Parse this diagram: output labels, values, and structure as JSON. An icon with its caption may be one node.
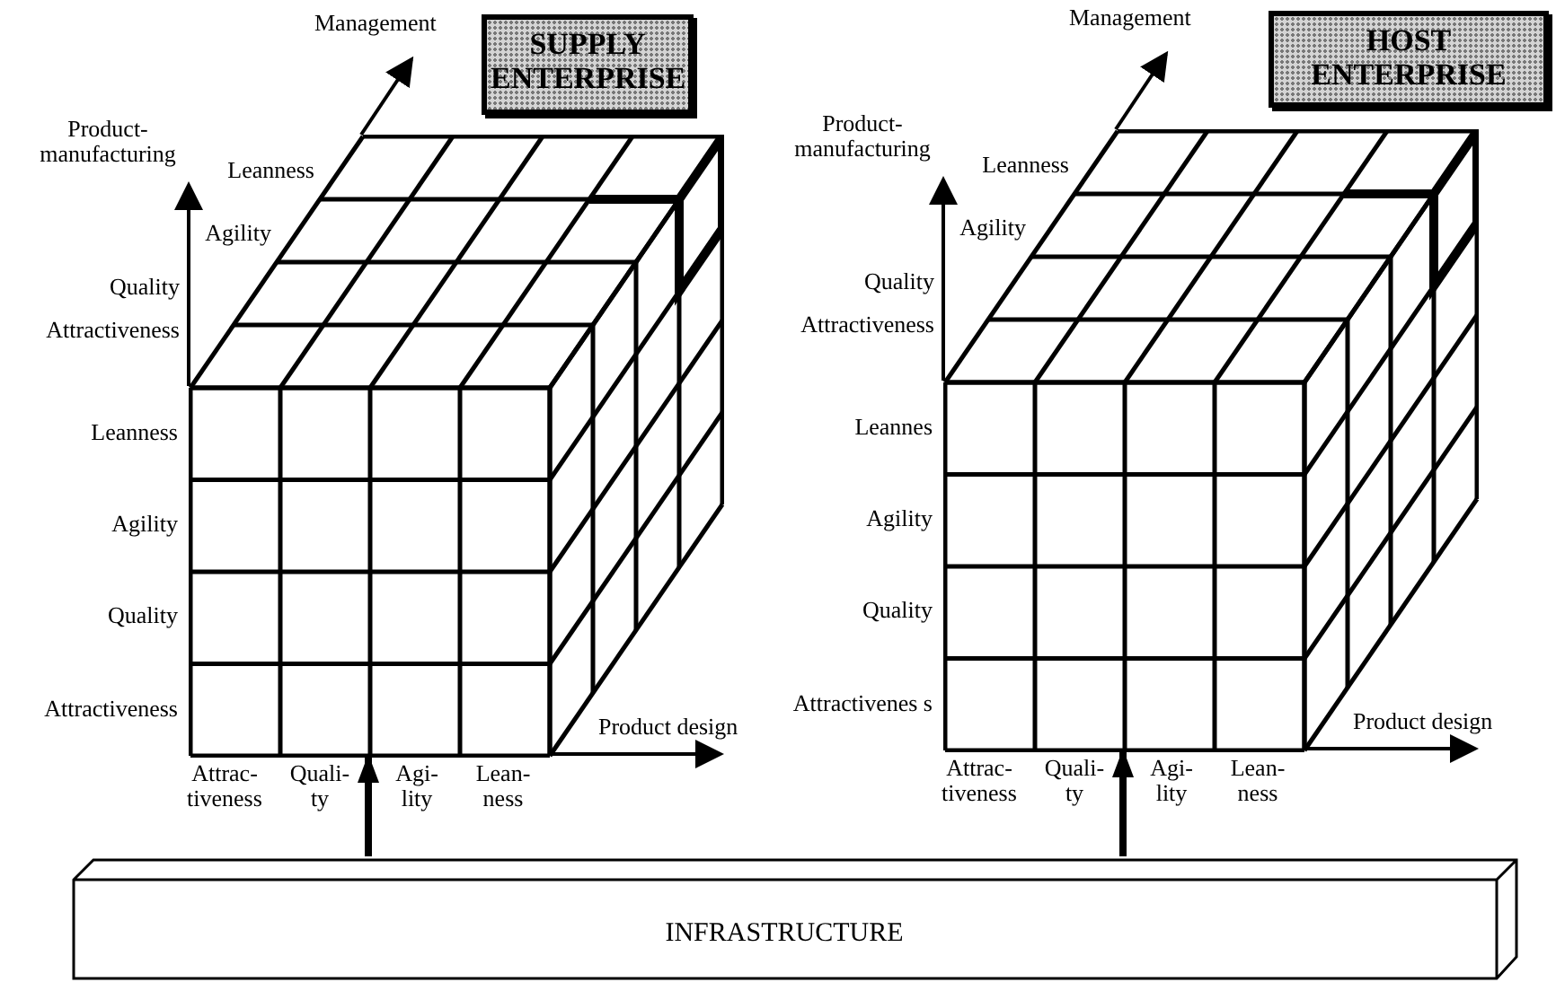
{
  "diagram": {
    "nodes": [
      {
        "text": [
          "SUPPLY ENTERPRISE"
        ]
      },
      {
        "text": [],
        "shape": "picture"
      },
      {
        "text": [
          "HOST ENTERPRISE"
        ]
      },
      {
        "text": [],
        "shape": "picture"
      },
      {
        "text": [
          "INFRASTRUCTURE"
        ]
      }
    ],
    "edges": [
      {
        "from": 4,
        "to": 1,
        "arrow": "to"
      },
      {
        "from": 4,
        "to": 3,
        "arrow": "to"
      }
    ],
    "labels": [
      "Management",
      "Product- manufacturing",
      "Leanness",
      "Agility",
      "Quality",
      "Attractiveness",
      "Leanness",
      "Agility",
      "Quality",
      "Attractiveness",
      "Product design",
      "Attrac- tiveness",
      "Quali- ty",
      "Agi- lity",
      "Lean- ness",
      "Management",
      "Product- manufacturing",
      "Leanness",
      "Agility",
      "Quality",
      "Attractiveness",
      "Leannes",
      "Agility",
      "Quality",
      "Attractivenes s",
      "Product design",
      "Attrac- tiveness",
      "Quali- ty",
      "Agi- lity",
      "Lean- ness"
    ]
  }
}
